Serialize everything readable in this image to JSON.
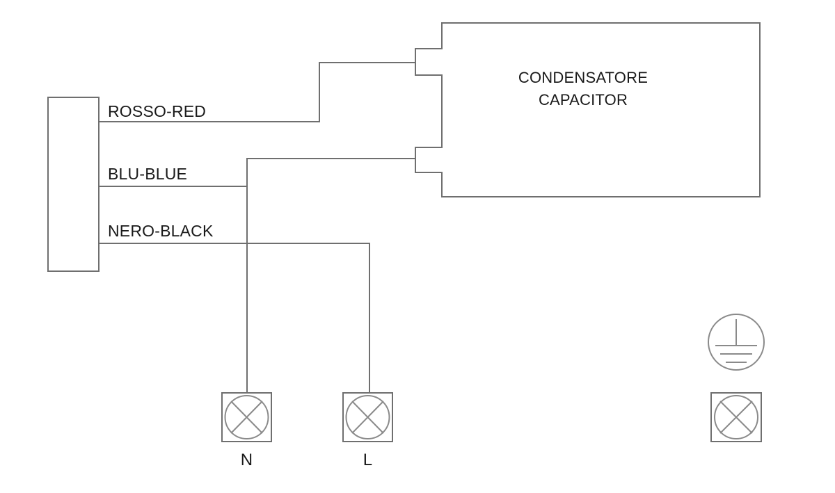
{
  "diagram": {
    "title": "Motor wiring diagram with capacitor",
    "background_color": "#ffffff",
    "line_color": "#6f6f6f",
    "text_color": "#1a1a1a"
  },
  "motor_block": {
    "name": "motor-terminal-block",
    "label": ""
  },
  "wires": [
    {
      "id": "red",
      "label": "ROSSO-RED",
      "from": "motor-terminal-block",
      "to": "capacitor-terminal-top"
    },
    {
      "id": "blue",
      "label": "BLU-BLUE",
      "from": "motor-terminal-block",
      "to": "capacitor-terminal-bottom"
    },
    {
      "id": "black",
      "label": "NERO-BLACK",
      "from": "motor-terminal-block",
      "to": "terminal-l"
    }
  ],
  "capacitor": {
    "name": "capacitor-box",
    "label_line1": "CONDENSATORE",
    "label_line2": "CAPACITOR",
    "terminals": [
      {
        "name": "capacitor-terminal-top"
      },
      {
        "name": "capacitor-terminal-bottom"
      }
    ]
  },
  "terminals": [
    {
      "name": "terminal-n",
      "label": "N",
      "symbol": "crossed-circle-terminal-icon"
    },
    {
      "name": "terminal-l",
      "label": "L",
      "symbol": "crossed-circle-terminal-icon"
    },
    {
      "name": "terminal-spare",
      "label": "",
      "symbol": "crossed-circle-terminal-icon"
    }
  ],
  "earth": {
    "name": "protective-earth-symbol",
    "symbol": "earth-ground-icon",
    "label": ""
  }
}
